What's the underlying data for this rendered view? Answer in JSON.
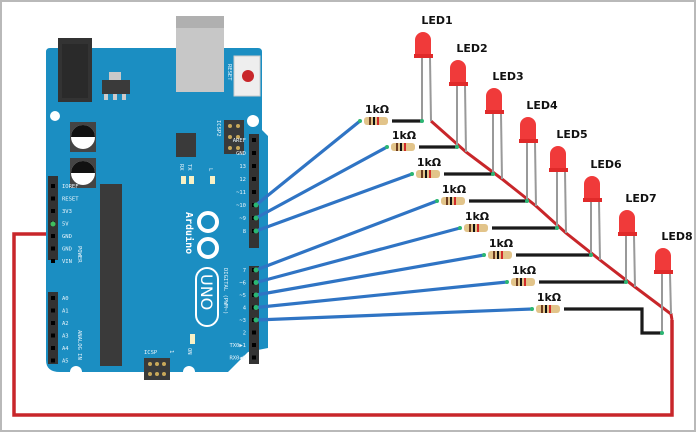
{
  "title": "Arduino UNO driving 8 LEDs through 1kΩ resistors",
  "board": {
    "name": "Arduino",
    "model": "UNO",
    "reset_label": "RESET",
    "icsp2_label": "ICSP2",
    "icsp_label": "ICSP",
    "on_label": "ON",
    "tx_label": "TX",
    "rx_label": "RX",
    "l_label": "L",
    "digital_label": "DIGITAL (PWM~)",
    "power_label": "POWER",
    "analog_label": "ANALOG IN",
    "icsp_pin1": "1",
    "power_pins": [
      "IOREF",
      "RESET",
      "3V3",
      "5V",
      "GND",
      "GND",
      "VIN"
    ],
    "analog_pins": [
      "A0",
      "A1",
      "A2",
      "A3",
      "A4",
      "A5"
    ],
    "digital_pins_top": [
      "AREF",
      "GND",
      "13",
      "12",
      "~11",
      "~10",
      "~9",
      "8"
    ],
    "digital_pins_bottom": [
      "7",
      "~6",
      "~5",
      "4",
      "~3",
      "2",
      "TX0▶1",
      "RX0◀0"
    ]
  },
  "resistors": [
    {
      "label": "1kΩ",
      "pin": "10"
    },
    {
      "label": "1kΩ",
      "pin": "9"
    },
    {
      "label": "1kΩ",
      "pin": "8"
    },
    {
      "label": "1kΩ",
      "pin": "7"
    },
    {
      "label": "1kΩ",
      "pin": "6"
    },
    {
      "label": "1kΩ",
      "pin": "5"
    },
    {
      "label": "1kΩ",
      "pin": "4"
    },
    {
      "label": "1kΩ",
      "pin": "3"
    }
  ],
  "leds": [
    {
      "label": "LED1"
    },
    {
      "label": "LED2"
    },
    {
      "label": "LED3"
    },
    {
      "label": "LED4"
    },
    {
      "label": "LED5"
    },
    {
      "label": "LED6"
    },
    {
      "label": "LED7"
    },
    {
      "label": "LED8"
    }
  ],
  "colors": {
    "board": "#1b8ec2",
    "wire_signal": "#2f74c4",
    "wire_return": "#1a1a1a",
    "wire_power": "#c8262a",
    "led": "#f03a3a"
  }
}
